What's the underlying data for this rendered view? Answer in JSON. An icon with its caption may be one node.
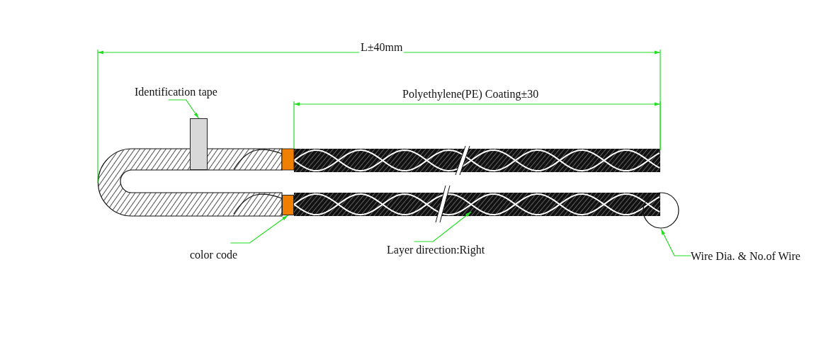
{
  "diagram": {
    "nodes": [
      {
        "text": [
          "Identification tape"
        ]
      },
      {
        "text": [],
        "shape": "box"
      },
      {
        "text": [
          "color code"
        ]
      },
      {
        "text": [],
        "shape": "box"
      },
      {
        "text": [
          "Layer direction:Right"
        ]
      },
      {
        "text": [
          "Wire Dia. & No.of Wire"
        ]
      },
      {
        "text": [],
        "shape": "circle"
      }
    ],
    "edges": [
      {
        "from": 0,
        "to": 1,
        "arrow": "to"
      },
      {
        "from": 2,
        "to": 3,
        "arrow": "to"
      },
      {
        "from": 4,
        "to": null,
        "arrow": "to"
      },
      {
        "from": 5,
        "to": 6,
        "arrow": "to"
      }
    ],
    "labels": [
      "L±40mm",
      "Polyethylene(PE) Coating±30"
    ]
  }
}
